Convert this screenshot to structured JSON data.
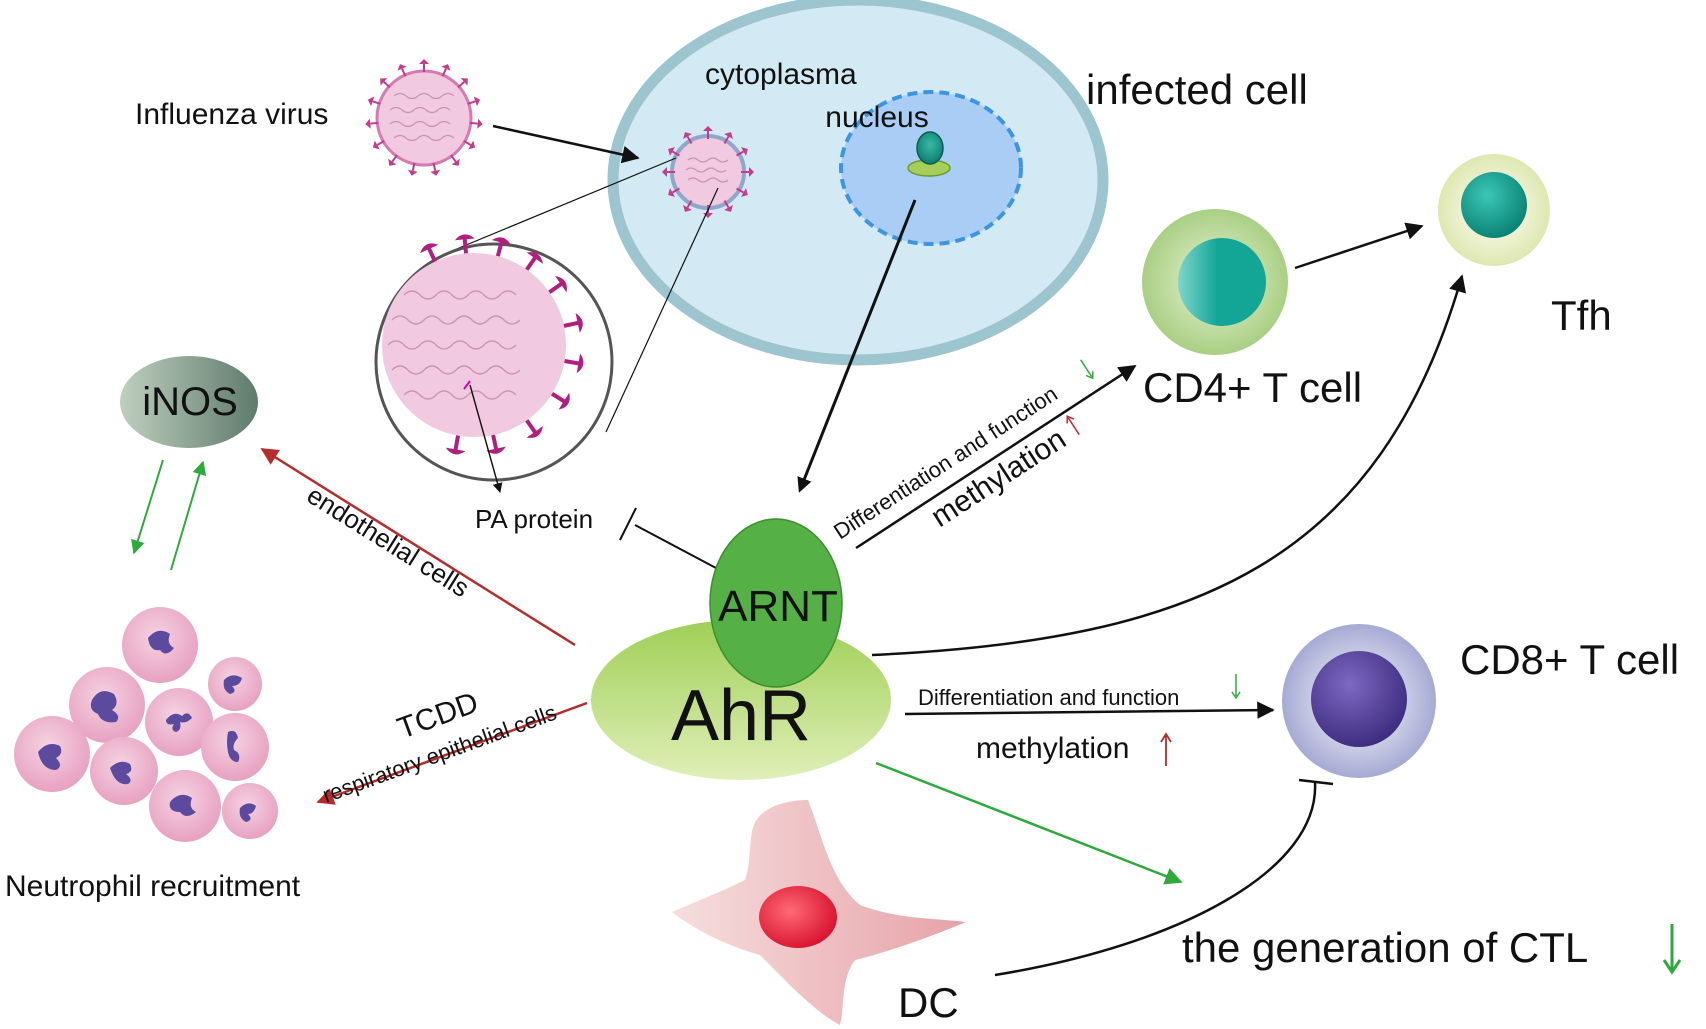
{
  "labels": {
    "influenza_virus": "Influenza virus",
    "cytoplasma": "cytoplasma",
    "nucleus": "nucleus",
    "infected_cell": "infected cell",
    "cd4_t_cell": "CD4+ T cell",
    "tfh": "Tfh",
    "inos": "iNOS",
    "pa_protein": "PA protein",
    "arnt": "ARNT",
    "ahr": "AhR",
    "endothelial_cells": "endothelial cells",
    "tcdd": "TCDD",
    "respiratory_epithelial_cells": "respiratory epithelial cells",
    "neutrophil_recruitment": "Neutrophil recruitment",
    "cd4_diff_function": "Differentiation and function",
    "cd4_methylation": "methylation",
    "cd8_diff_function": "Differentiation and function",
    "cd8_methylation": "methylation",
    "cd8_t_cell": "CD8+ T cell",
    "dc": "DC",
    "ctl_generation": "the generation of CTL"
  },
  "colors": {
    "cell_membrane": "#9cc5cf",
    "cytoplasm": "#d3e9f4",
    "nucleus_fill": "#a9cdf4",
    "nucleus_border": "#3c95e0",
    "virus_pink": "#f1c9e1",
    "spike_magenta": "#b01f7e",
    "inos": "#7d9687",
    "arnt": "#55b046",
    "ahr": "#b8db6e",
    "red_arrow": "#b72b2b",
    "green_arrow": "#2eaa3c",
    "cd8": "#4a3c8e",
    "tfh": "#1a9a8a",
    "dc": "#e23048"
  },
  "icons": [
    "influenza-virus-icon",
    "neutrophil-icon",
    "dendritic-cell-icon",
    "up-arrow-icon",
    "down-arrow-icon"
  ]
}
